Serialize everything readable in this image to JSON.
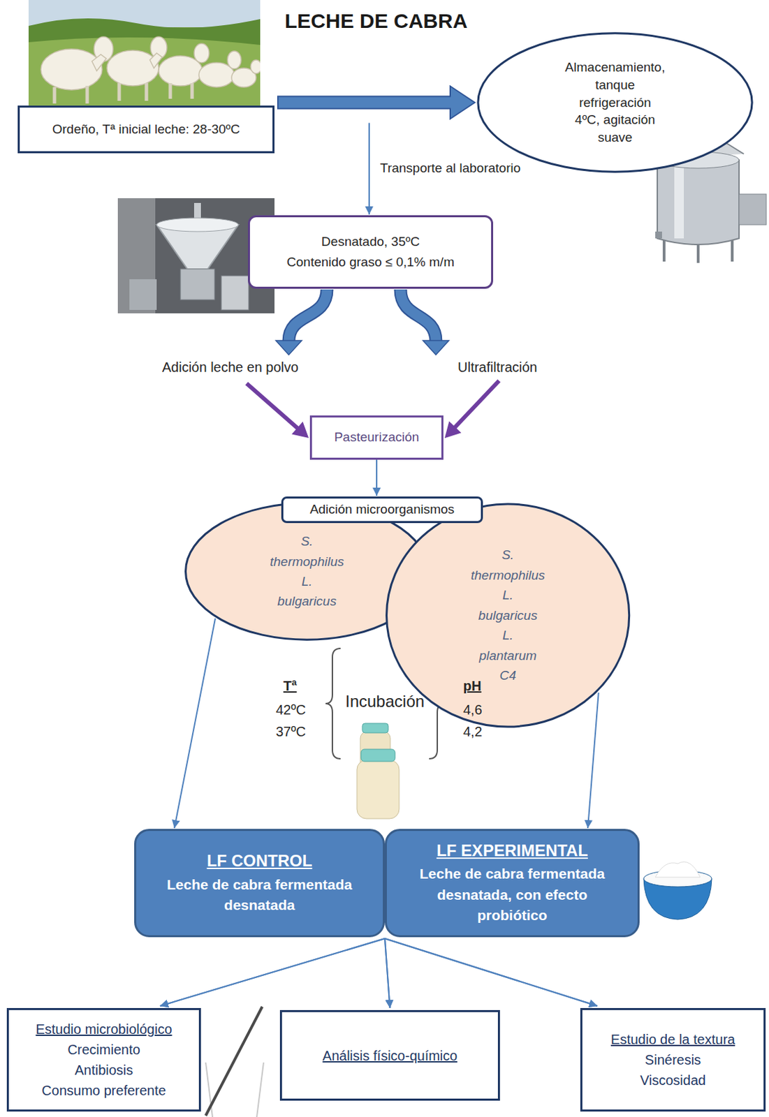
{
  "diagram": {
    "title": "LECHE DE CABRA",
    "nodes": [
      {
        "text": [
          "Ordeño, Tª inicial leche: 28-30ºC"
        ]
      },
      {
        "text": [
          "Almacenamiento, tanque refrigeración 4ºC, agitación suave"
        ]
      },
      {
        "text": [
          "Desnatado, 35ºC",
          "Contenido graso ≤ 0,1% m/m"
        ]
      },
      {
        "text": [
          "Pasteurización"
        ]
      },
      {
        "text": [
          "Adición microorganismos"
        ]
      },
      {
        "text": [
          "S. thermophilus",
          "L. bulgaricus"
        ]
      },
      {
        "text": [
          "S. thermophilus",
          "L. bulgaricus",
          "L. plantarum C4"
        ]
      },
      {
        "text": [
          "LF CONTROL",
          "Leche de cabra fermentada desnatada"
        ]
      },
      {
        "text": [
          "LF EXPERIMENTAL",
          "Leche de cabra fermentada desnatada, con efecto probiótico"
        ]
      },
      {
        "text": [
          "Estudio microbiológico",
          "Crecimiento",
          "Antibiosis",
          "Consumo preferente"
        ]
      },
      {
        "text": [
          "Análisis físico-químico"
        ]
      },
      {
        "text": [
          "Estudio de la textura",
          "Sinéresis",
          "Viscosidad"
        ]
      }
    ],
    "edges": [
      {
        "from": 0,
        "to": 1,
        "arrow": "to"
      },
      {
        "from": 1,
        "to": 2,
        "label": "Transporte al laboratorio",
        "arrow": "to"
      },
      {
        "from": 2,
        "to": 3,
        "label": "Adición leche en polvo",
        "arrow": "to"
      },
      {
        "from": 2,
        "to": 3,
        "label": "Ultrafiltración",
        "arrow": "to"
      },
      {
        "from": 3,
        "to": 4,
        "arrow": "to"
      },
      {
        "from": 5,
        "to": 7,
        "arrow": "to"
      },
      {
        "from": 6,
        "to": 8,
        "arrow": "to"
      },
      {
        "from": 7,
        "to": 9,
        "arrow": "to"
      },
      {
        "from": 7,
        "to": 10,
        "arrow": "to"
      },
      {
        "from": 7,
        "to": 11,
        "arrow": "to"
      },
      {
        "from": 8,
        "to": 9,
        "arrow": "to"
      },
      {
        "from": 8,
        "to": 10,
        "arrow": "to"
      },
      {
        "from": 8,
        "to": 11,
        "arrow": "to"
      }
    ],
    "labels": [
      "Tª",
      "42ºC",
      "37ºC",
      "Incubación",
      "pH",
      "4,6",
      "4,2"
    ]
  }
}
